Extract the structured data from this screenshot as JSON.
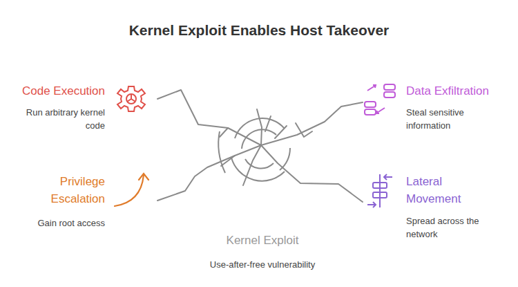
{
  "diagram": {
    "title": "Kernel Exploit Enables Host Takeover",
    "labels": [
      "Code Execution",
      "Run arbitrary kernel code",
      "Privilege Escalation",
      "Gain root access",
      "Data Exfiltration",
      "Steal sensitive information",
      "Lateral Movement",
      "Spread across the network",
      "Kernel Exploit",
      "Use-after-free vulnerability"
    ]
  }
}
